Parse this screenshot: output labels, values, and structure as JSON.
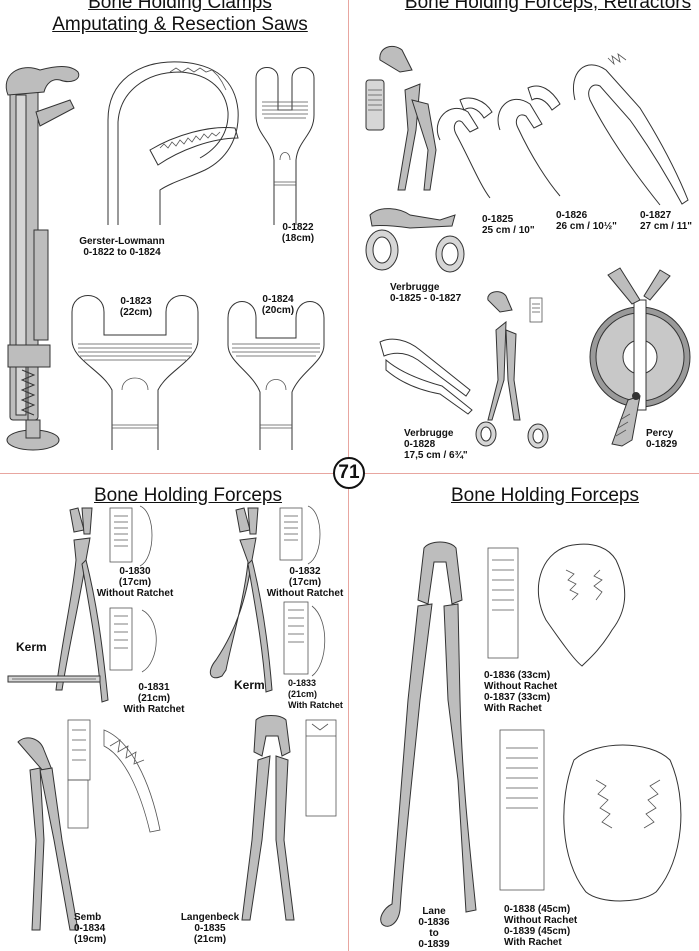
{
  "page_number": "71",
  "sections": {
    "top_left": {
      "title_line1": "Bone Holding Clamps",
      "title_line2": "Amputating & Resection Saws",
      "labels": [
        {
          "l1": "Gerster-Lowmann",
          "l2": "0-1822 to 0-1824"
        },
        {
          "l1": "0-1822",
          "l2": "(18cm)"
        },
        {
          "l1": "0-1823",
          "l2": "(22cm)"
        },
        {
          "l1": "0-1824",
          "l2": "(20cm)"
        }
      ]
    },
    "top_right": {
      "title": "Bone Holding Forceps, Retractors",
      "labels": [
        {
          "l1": "0-1825",
          "l2": "25 cm / 10\""
        },
        {
          "l1": "0-1826",
          "l2": "26 cm / 10½\""
        },
        {
          "l1": "0-1827",
          "l2": "27 cm / 11\""
        },
        {
          "l1": "Verbrugge",
          "l2": "0-1825 - 0-1827"
        },
        {
          "l1": "Verbrugge",
          "l2": "0-1828",
          "l3": "17,5 cm / 6¾\""
        },
        {
          "l1": "Percy",
          "l2": "0-1829"
        }
      ]
    },
    "bottom_left": {
      "title": "Bone Holding Forceps",
      "labels": [
        {
          "l1": "0-1830",
          "l2": "(17cm)",
          "l3": "Without Ratchet"
        },
        {
          "l1": "0-1832",
          "l2": "(17cm)",
          "l3": "Without Ratchet"
        },
        {
          "l1": "Kerm"
        },
        {
          "l1": "Kerm"
        },
        {
          "l1": "0-1831",
          "l2": "(21cm)",
          "l3": "With Ratchet"
        },
        {
          "l1": "0-1833",
          "l2": "(21cm)",
          "l3": "With Ratchet"
        },
        {
          "l1": "Semb",
          "l2": "0-1834",
          "l3": "(19cm)"
        },
        {
          "l1": "Langenbeck",
          "l2": "0-1835",
          "l3": "(21cm)"
        }
      ]
    },
    "bottom_right": {
      "title": "Bone Holding Forceps",
      "labels": [
        {
          "l1": "0-1836 (33cm)",
          "l2": "Without Rachet",
          "l3": "0-1837 (33cm)",
          "l4": "With Rachet"
        },
        {
          "l1": "0-1838 (45cm)",
          "l2": "Without Rachet",
          "l3": "0-1839 (45cm)",
          "l4": "With Rachet"
        },
        {
          "l1": "Lane",
          "l2": "0-1836",
          "l3": "to",
          "l4": "0-1839"
        }
      ]
    }
  }
}
